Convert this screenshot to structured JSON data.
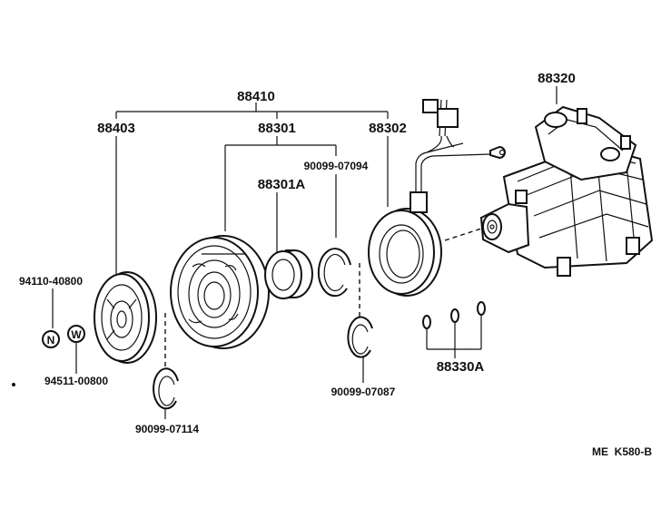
{
  "labels": {
    "assembly": "88410",
    "hub": "88403",
    "pulley": "88301",
    "coil": "88302",
    "compressor": "88320",
    "bearing": "88301A",
    "snap_ring_pulley": "90099-07094",
    "snap_ring_coil": "90099-07087",
    "snap_ring_hub": "90099-07114",
    "nut": "94110-40800",
    "washer": "94511-00800",
    "shims": "88330A",
    "drawing_code": "ME  K580-B"
  },
  "glyphs": {
    "nut_letter": "N",
    "washer_letter": "W"
  }
}
